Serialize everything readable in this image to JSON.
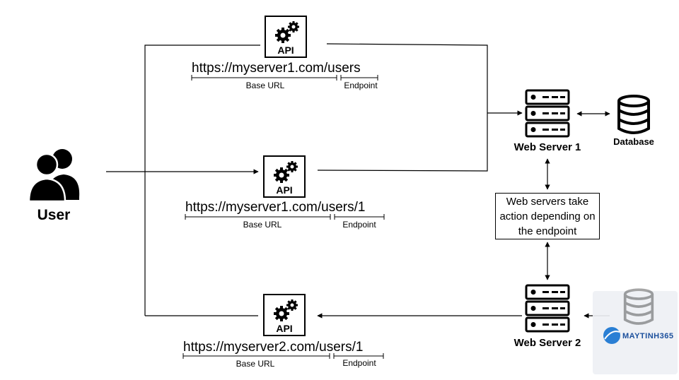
{
  "user": {
    "label": "User"
  },
  "apis": [
    {
      "label": "API",
      "url": "https://myserver1.com/users",
      "base_label": "Base URL",
      "endpoint_label": "Endpoint"
    },
    {
      "label": "API",
      "url": "https://myserver1.com/users/1",
      "base_label": "Base URL",
      "endpoint_label": "Endpoint"
    },
    {
      "label": "API",
      "url": "https://myserver2.com/users/1",
      "base_label": "Base URL",
      "endpoint_label": "Endpoint"
    }
  ],
  "servers": [
    {
      "label": "Web Server 1"
    },
    {
      "label": "Web Server 2"
    }
  ],
  "database": {
    "label": "Database"
  },
  "note": {
    "text": "Web servers take action depending on the endpoint"
  },
  "watermark": {
    "text": "MAYTINH365"
  }
}
